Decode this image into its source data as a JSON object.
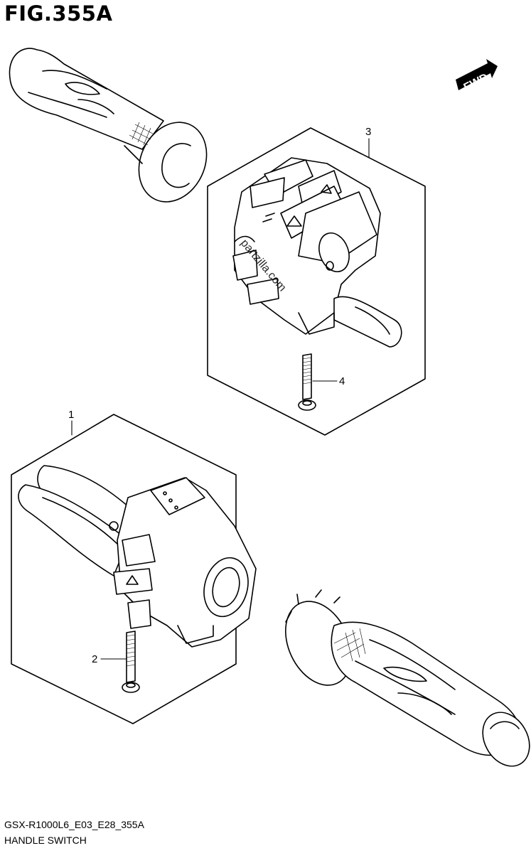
{
  "figure": {
    "title": "FIG.355A",
    "code": "GSX-R1000L6_E03_E28_355A",
    "name": "HANDLE SWITCH"
  },
  "fwd_label": "FWD",
  "callouts": [
    {
      "id": "callout-1",
      "number": "1"
    },
    {
      "id": "callout-2",
      "number": "2"
    },
    {
      "id": "callout-3",
      "number": "3"
    },
    {
      "id": "callout-4",
      "number": "4"
    }
  ],
  "watermark": "partzilla.com"
}
